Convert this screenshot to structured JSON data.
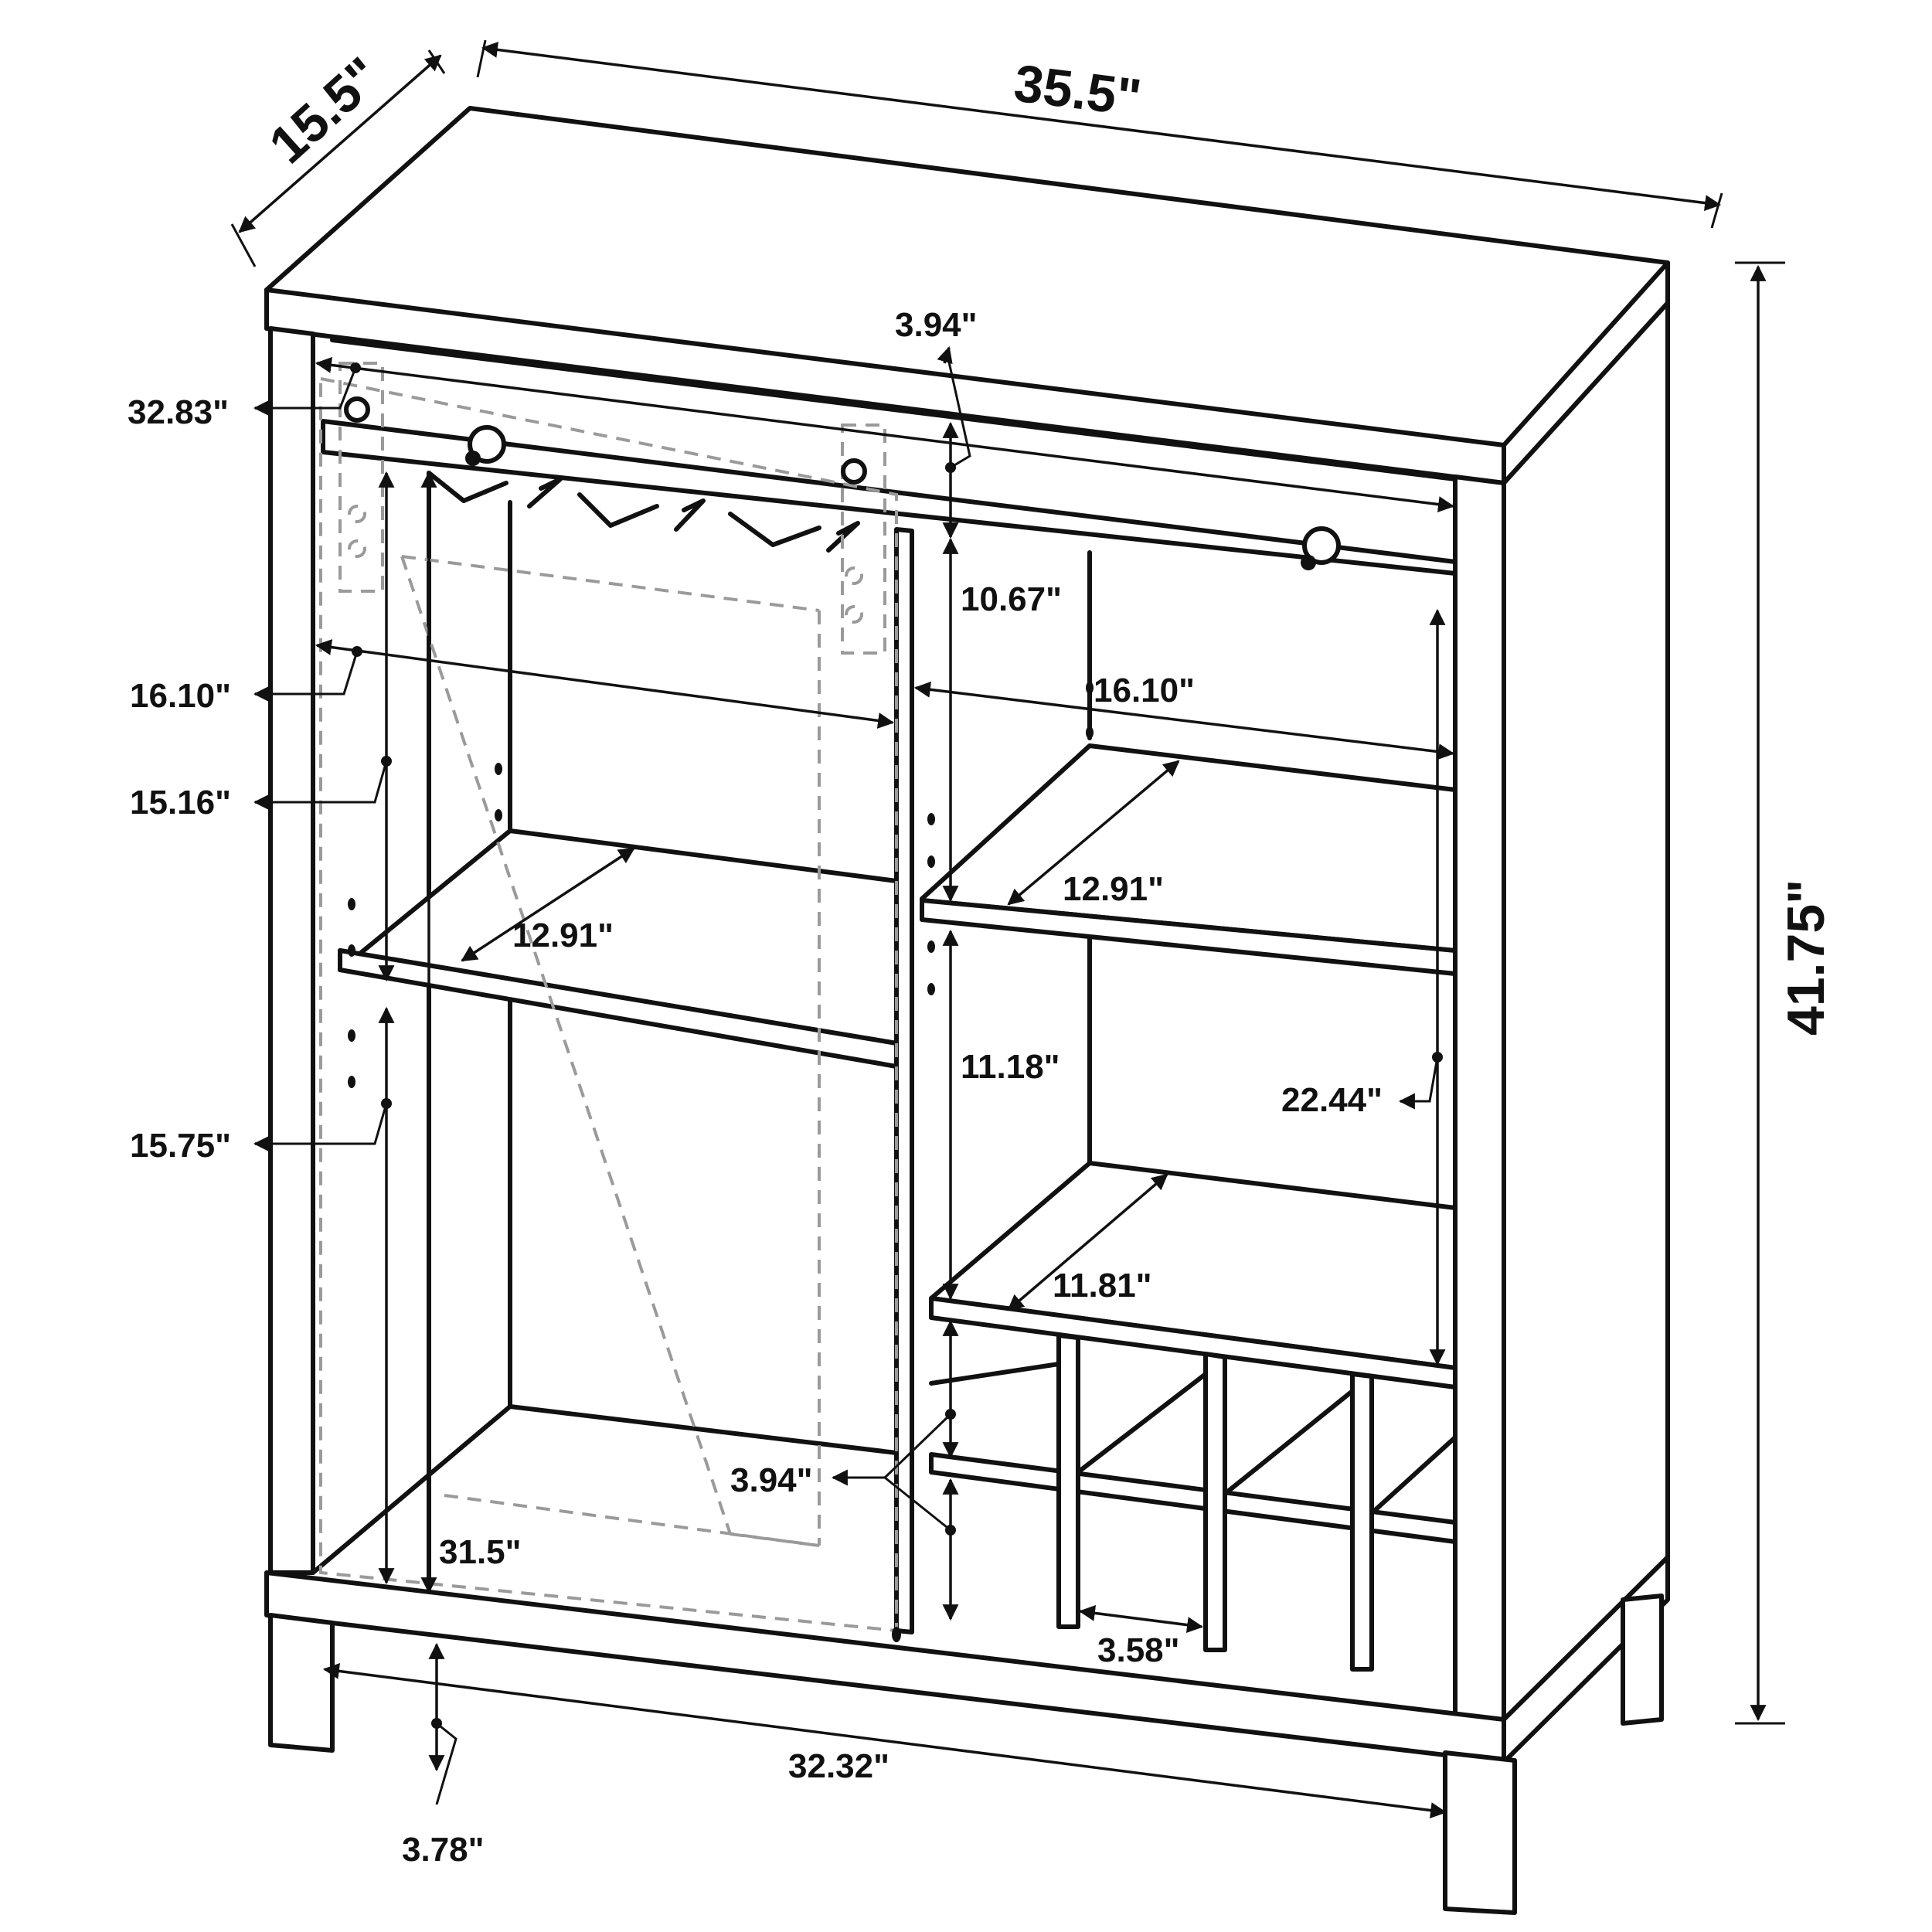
{
  "diagram": {
    "dimensions": {
      "depth": "15.5\"",
      "width": "35.5\"",
      "height": "41.75\"",
      "rod_length": "32.83\"",
      "top_gap": "3.94\"",
      "left_inner_width": "16.10\"",
      "right_inner_width": "16.10\"",
      "left_upper_height": "15.16\"",
      "left_lower_height": "15.75\"",
      "left_shelf_depth": "12.91\"",
      "right_shelf_depth": "12.91\"",
      "right_top_height": "10.67\"",
      "right_mid_height": "11.18\"",
      "right_column_height": "22.44\"",
      "right_bottom_shelf_depth": "11.81\"",
      "wine_rack_gap": "3.94\"",
      "wine_cell_width": "3.58\"",
      "interior_height": "31.5\"",
      "base_width": "32.32\"",
      "leg_height": "3.78\""
    }
  }
}
